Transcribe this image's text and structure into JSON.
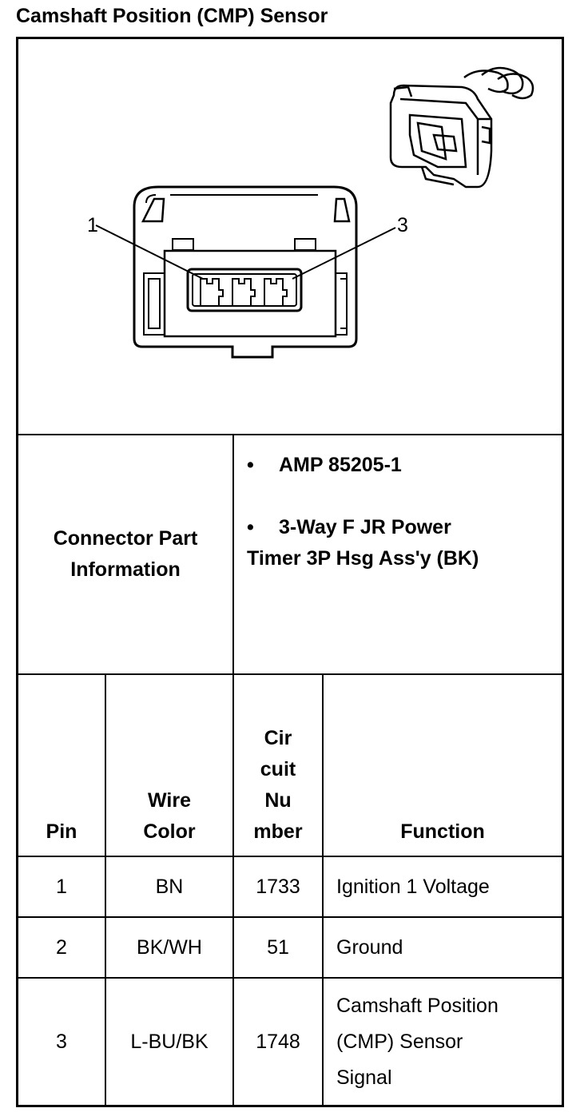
{
  "title": "Camshaft Position (CMP) Sensor",
  "diagram": {
    "pin_label_left": "1",
    "pin_label_right": "3"
  },
  "connector_part": {
    "label_line1": "Connector Part",
    "label_line2": "Information",
    "items": [
      {
        "line1": "AMP 85205-1"
      },
      {
        "line1": "3-Way F JR Power",
        "line2": "Timer 3P Hsg Ass'y (BK)"
      }
    ]
  },
  "table": {
    "headers": {
      "pin": "Pin",
      "wire_color": [
        "Wire",
        "Color"
      ],
      "circuit_number": [
        "Cir",
        "cuit",
        "Nu",
        "mber"
      ],
      "function": "Function"
    },
    "rows": [
      {
        "pin": "1",
        "wire_color": "BN",
        "circuit": "1733",
        "function": [
          "Ignition 1 Voltage"
        ]
      },
      {
        "pin": "2",
        "wire_color": "BK/WH",
        "circuit": "51",
        "function": [
          "Ground"
        ]
      },
      {
        "pin": "3",
        "wire_color": "L-BU/BK",
        "circuit": "1748",
        "function": [
          "Camshaft Position",
          "(CMP) Sensor",
          "Signal"
        ]
      }
    ]
  }
}
